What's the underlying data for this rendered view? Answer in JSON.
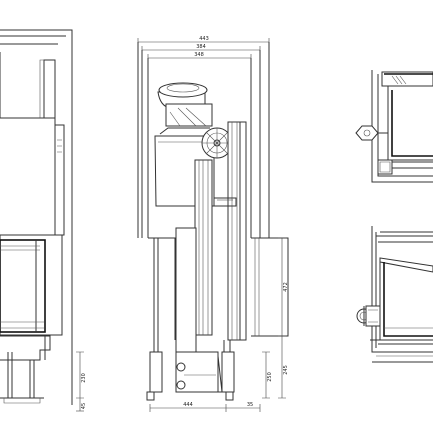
{
  "dimensions": {
    "width_outer": "443",
    "width_mid": "384",
    "width_inner": "348",
    "depth_base": "444",
    "offset_side": "35",
    "height_side": "472",
    "height_leg": "250",
    "height_small": "245",
    "height_front": "230",
    "height_front_small": "45"
  }
}
